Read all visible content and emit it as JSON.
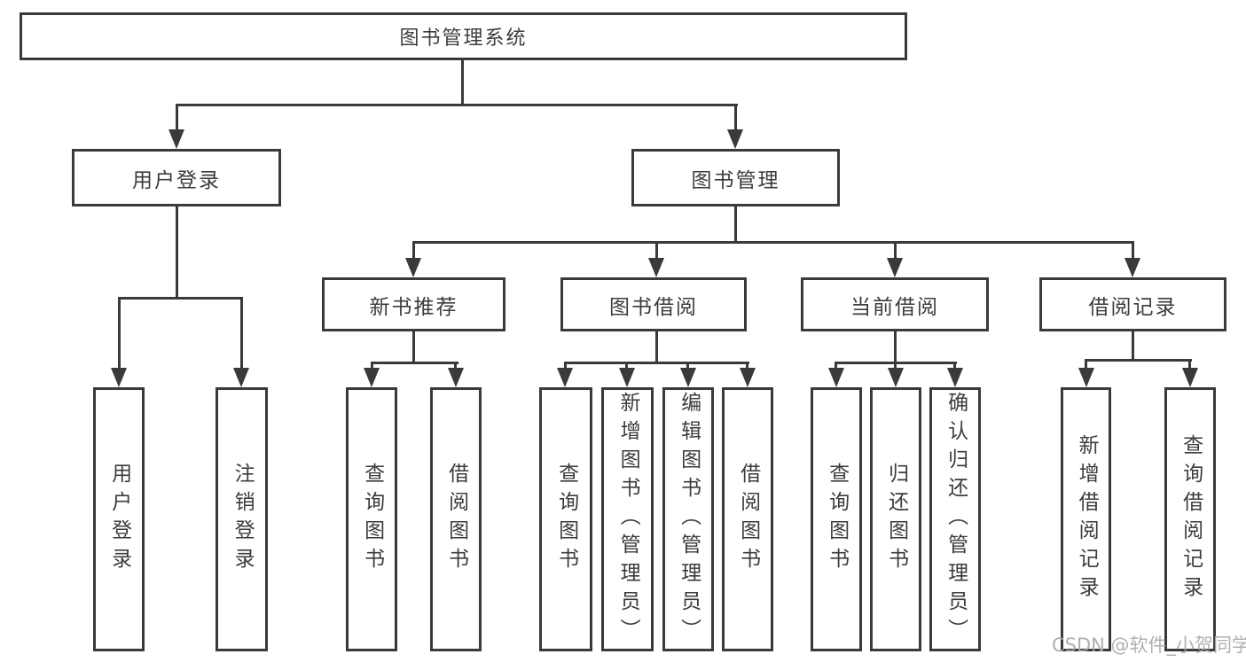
{
  "colors": {
    "line": "#3a3a3a",
    "text": "#3c3c3c",
    "canvas-bg": "#ffffff",
    "watermark": "#a8a8a8"
  },
  "watermark": {
    "text": "CSDN @软件_小贺同学"
  },
  "diagram": {
    "root": {
      "label": "图书管理系统"
    },
    "children": [
      {
        "label": "用户登录",
        "children": [
          {
            "label": "用户登录"
          },
          {
            "label": "注销登录"
          }
        ]
      },
      {
        "label": "图书管理",
        "children": [
          {
            "label": "新书推荐",
            "children": [
              {
                "label": "查询图书"
              },
              {
                "label": "借阅图书"
              }
            ]
          },
          {
            "label": "图书借阅",
            "children": [
              {
                "label": "查询图书"
              },
              {
                "label": "新增图书（管理员）"
              },
              {
                "label": "编辑图书（管理员）"
              },
              {
                "label": "借阅图书"
              }
            ]
          },
          {
            "label": "当前借阅",
            "children": [
              {
                "label": "查询图书"
              },
              {
                "label": "归还图书"
              },
              {
                "label": "确认归还（管理员）"
              }
            ]
          },
          {
            "label": "借阅记录",
            "children": [
              {
                "label": "新增借阅记录"
              },
              {
                "label": "查询借阅记录"
              }
            ]
          }
        ]
      }
    ]
  }
}
